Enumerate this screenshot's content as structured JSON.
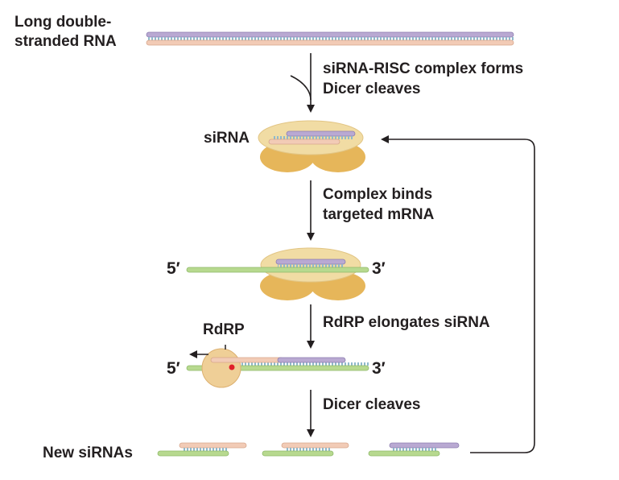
{
  "colors": {
    "purple_strand": "#b9a9d2",
    "pink_strand": "#f2cbb6",
    "green_strand": "#b7d98f",
    "rungs": "#8fb9cc",
    "protein_top": "#f1dca4",
    "protein_bottom": "#e6b65a",
    "rdrp": "#efcf97",
    "active_site": "#e0202a",
    "arrow": "#231f20"
  },
  "labels": {
    "long_dsrna_line1": "Long double-",
    "long_dsrna_line2": "stranded RNA",
    "sirna": "siRNA",
    "five_prime_1": "5′",
    "three_prime_1": "3′",
    "rdrp": "RdRP",
    "five_prime_2": "5′",
    "three_prime_2": "3′",
    "new_sirnas": "New siRNAs"
  },
  "steps": [
    {
      "line1": "siRNA-RISC complex forms",
      "line2": "Dicer cleaves"
    },
    {
      "line1": "Complex binds",
      "line2": "targeted mRNA"
    },
    {
      "line1": "RdRP elongates siRNA",
      "line2": ""
    },
    {
      "line1": "Dicer cleaves",
      "line2": ""
    }
  ],
  "icons": {
    "step_arrow": "down-arrow-icon",
    "feedback_arrow": "loop-back-arrow-icon",
    "rdrp_direction": "left-arrow-icon"
  }
}
